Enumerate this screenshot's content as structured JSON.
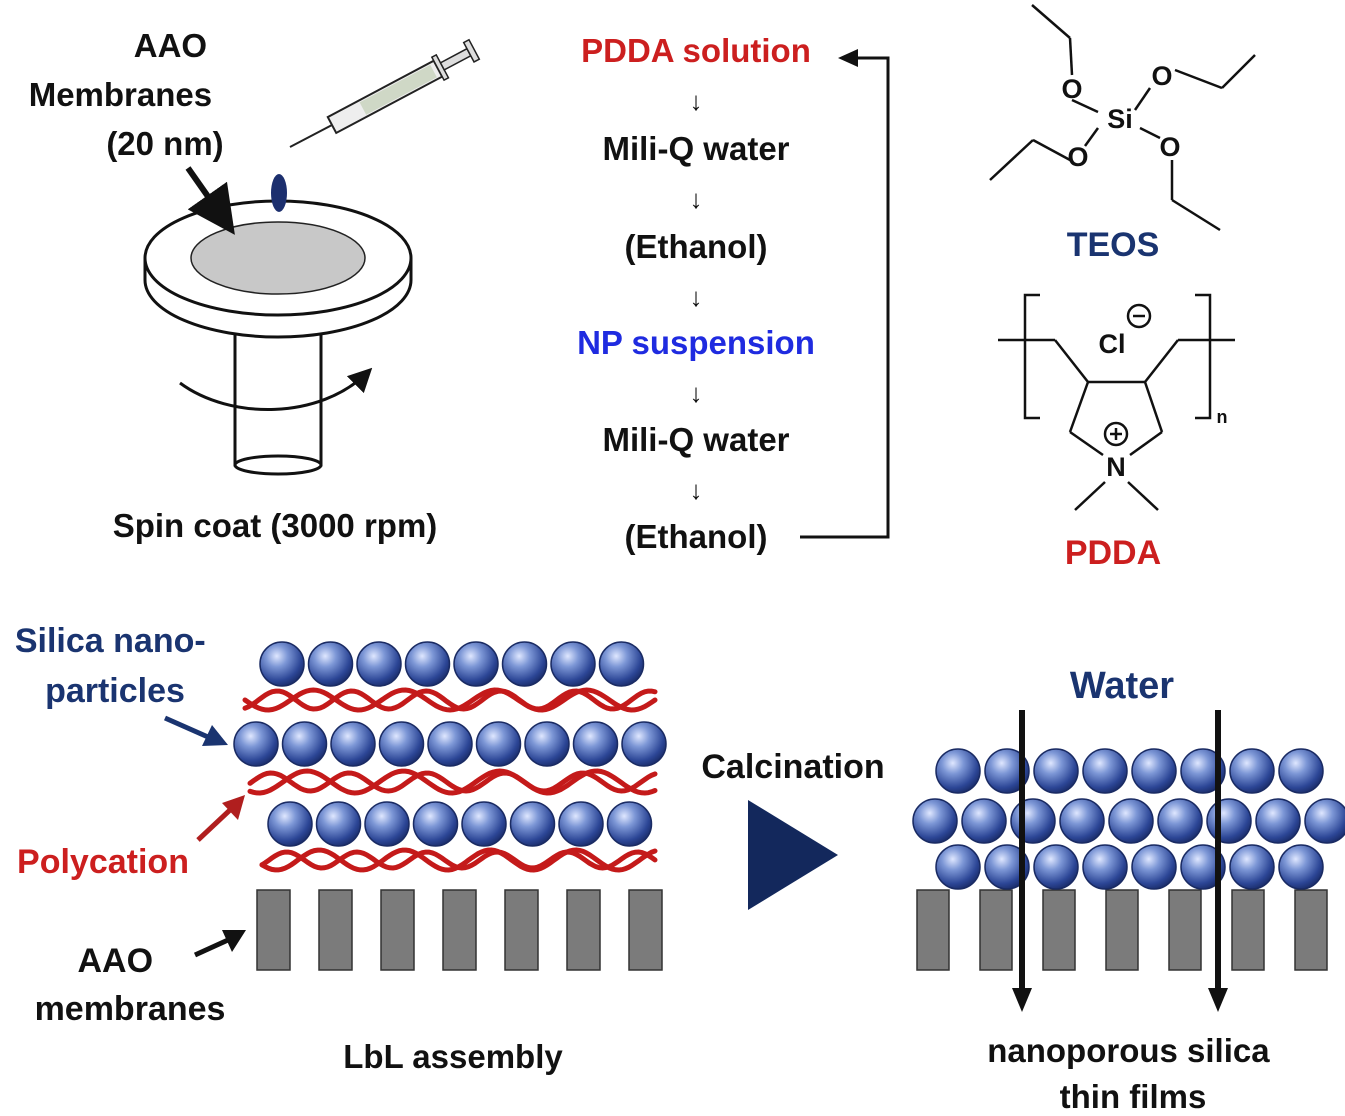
{
  "spin": {
    "membrane_label": [
      "AAO",
      "Membranes",
      "(20 nm)"
    ],
    "caption": "Spin coat (3000 rpm)"
  },
  "flow": {
    "arrow_glyph": "↓",
    "steps": [
      {
        "text": "PDDA solution",
        "color": "#cc1f1f"
      },
      {
        "text": "Mili-Q water",
        "color": "#111111"
      },
      {
        "text": "(Ethanol)",
        "color": "#111111"
      },
      {
        "text": "NP suspension",
        "color": "#1f2be0"
      },
      {
        "text": "Mili-Q water",
        "color": "#111111"
      },
      {
        "text": "(Ethanol)",
        "color": "#111111"
      }
    ]
  },
  "teos": {
    "name": "TEOS",
    "si": "Si",
    "o": "O",
    "color": "#1a3470"
  },
  "pdda": {
    "name": "PDDA",
    "cl": "Cl",
    "n": "N",
    "sub": "n",
    "color": "#cc1f1f"
  },
  "lbl": {
    "silica_label": [
      "Silica nano-",
      "particles"
    ],
    "polycation_label": "Polycation",
    "aao_label": [
      "AAO",
      "membranes"
    ],
    "caption": "LbL assembly",
    "silica_color": "#1a3470",
    "polycation_color": "#cc1f1f"
  },
  "calcination": {
    "label": "Calcination",
    "arrow_color": "#13285c"
  },
  "product": {
    "water_label": "Water",
    "caption": [
      "nanoporous silica",
      "thin films"
    ],
    "water_color": "#1a3470"
  }
}
